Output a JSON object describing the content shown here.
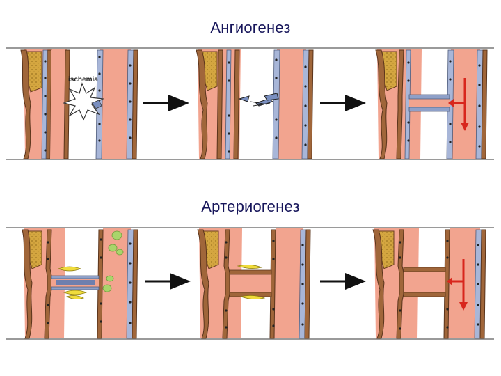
{
  "titles": {
    "angiogenesis": "Ангиогенез",
    "arteriogenesis": "Артериогенез"
  },
  "labels": {
    "ischemia": "ischemia"
  },
  "icons": {
    "ischemia_burst": "starburst-icon",
    "step_arrow": "arrow-right-icon",
    "blood_flow": "red-flow-arrow-icon",
    "fat_tissue": "yellow-adipose-icon",
    "inflammatory_cells": "green-cell-icon"
  },
  "colors": {
    "title": "#16155a",
    "vessel_lumen": "#f2a48f",
    "vessel_wall": "#a0663a",
    "endothelium": "#8fa0c8",
    "fat": "#cfa13c",
    "flow_arrow": "#d8261c",
    "green_cells": "#a9d56b",
    "yellow_cells": "#f0dc3c"
  }
}
